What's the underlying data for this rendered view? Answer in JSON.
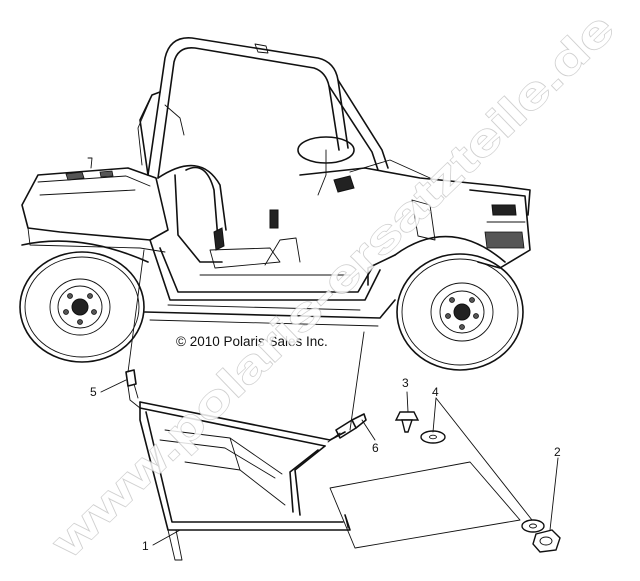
{
  "copyright": "© 2010 Polaris Sales Inc.",
  "watermark": "www.polaris-ersatzteile.de",
  "callouts": [
    "1",
    "2",
    "3",
    "4",
    "5",
    "6"
  ],
  "colors": {
    "line": "#111111",
    "watermark_stroke": "#c8c8c8",
    "background": "#ffffff"
  }
}
